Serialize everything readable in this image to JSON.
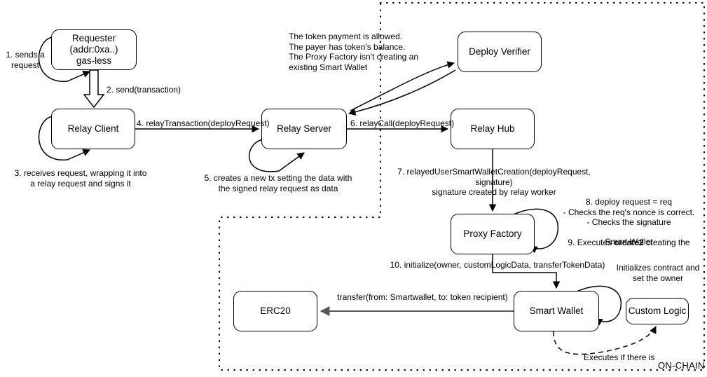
{
  "diagram": {
    "title_tag": "ON-CHAIN",
    "nodes": [
      {
        "id": "requester",
        "label": "Requester\n(addr:0xa..)\ngas-less"
      },
      {
        "id": "relay-client",
        "label": "Relay Client"
      },
      {
        "id": "relay-server",
        "label": "Relay Server"
      },
      {
        "id": "relay-hub",
        "label": "Relay Hub"
      },
      {
        "id": "deploy-verifier",
        "label": "Deploy Verifier"
      },
      {
        "id": "proxy-factory",
        "label": "Proxy Factory"
      },
      {
        "id": "smart-wallet",
        "label": "Smart Wallet"
      },
      {
        "id": "custom-logic",
        "label": "Custom Logic"
      },
      {
        "id": "erc20",
        "label": "ERC20"
      }
    ],
    "labels": {
      "step1": "1. sends a\nrequest",
      "step2": "2. send(transaction)",
      "step3": "3. receives request, wrapping it into\na relay request and signs it",
      "step4": "4. relayTransaction(deployRequest)",
      "step5": "5. creates a new tx setting the data with\nthe signed relay request as data",
      "step6": "6. relayCall(deployRequest)",
      "step7": "7. relayedUserSmartWalletCreation(deployRequest, signature)\nsignature created by relay worker",
      "step8_head": "8. deploy request = req",
      "step8_a": "- Checks the req's nonce is correct.",
      "step8_b": "- Checks the signature",
      "step9_pre": "9. Executes ",
      "step9_bold": "create2",
      "step9_post": " creating the",
      "step9_tail": "Smart Wallet",
      "step10": "10. initialize(owner, customLogicData, transferTokenData)",
      "verifier_notes": "The token payment is allowed.\nThe payer has token's balance.\nThe Proxy Factory isn't creating an\nexisting Smart Wallet",
      "transfer": "transfer(from: Smartwallet, to: token recipient)",
      "initializes": "Initializes contract and\nset the owner",
      "executes_if": "Executes if there is"
    },
    "colors": {
      "stroke": "#000000",
      "transfer_arrow": "#595959",
      "background": "#ffffff"
    }
  }
}
